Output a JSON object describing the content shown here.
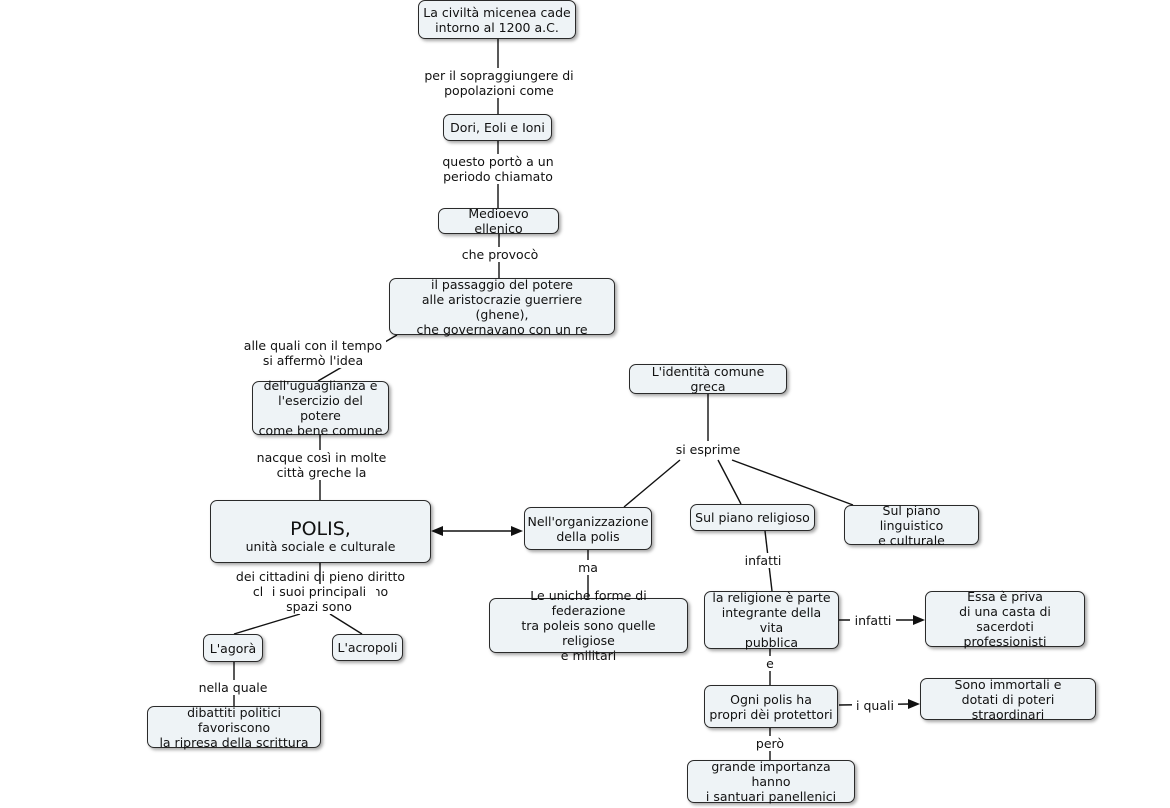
{
  "nodes": {
    "micenea": "La civiltà micenea cade\nintorno al 1200 a.C.",
    "dori": "Dori, Eoli e Ioni",
    "medioevo": "Medioevo ellenico",
    "passaggio": "il passaggio del potere\nalle aristocrazie guerriere (ghene),\nche governavano con un re",
    "uguaglianza": "dell'uguaglianza e\nl'esercizio del potere\ncome bene comune",
    "polis_title": "POLIS,",
    "polis_rest": "unità sociale e culturale",
    "polis_tail": "dei cittadini di pieno diritto\nche si autogovernano",
    "agora": "L'agorà",
    "acropoli": "L'acropoli",
    "dibattiti": "dibattiti politici favoriscono\nla ripresa della scrittura",
    "identita": "L'identità comune greca",
    "organizzazione": "Nell'organizzazione\ndella polis",
    "religioso": "Sul piano religioso",
    "linguistico": "Sul piano linguistico\ne culturale",
    "federazione": "Le uniche forme di federazione\ntra poleis sono quelle religiose\ne militari",
    "religione": "la religione è parte\nintegrante della vita\npubblica",
    "sacerdoti": "Essa è priva\ndi una casta di sacerdoti\nprofessionisti",
    "dei": "Ogni polis ha\npropri dèi protettori",
    "immortali": "Sono immortali e\ndotati di poteri straordinari",
    "santuari": "grande importanza hanno\ni santuari panellenici"
  },
  "links": {
    "sopraggiungere": "per il sopraggiungere di\npopolazioni come",
    "porto": "questo portò a un\nperiodo chiamato",
    "provoco": "che provocò",
    "alle_quali": "alle quali con il tempo\nsi affermò l'idea",
    "nacque": "nacque così in molte\ncittà greche la",
    "spazi": "i suoi principali\nspazi sono",
    "nella_quale": "nella quale",
    "si_esprime": "si esprime",
    "ma": "ma",
    "infatti1": "infatti",
    "infatti2": "infatti",
    "e": "e",
    "i_quali": "i quali",
    "pero": "però"
  }
}
